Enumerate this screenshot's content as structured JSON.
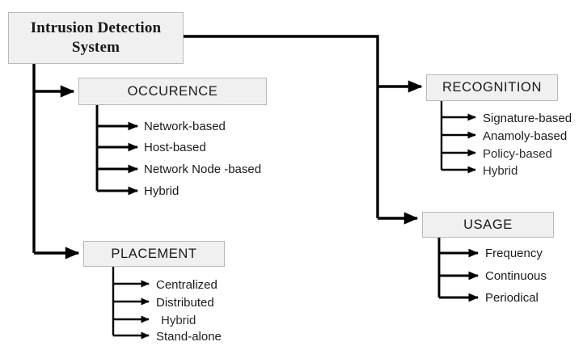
{
  "diagram": {
    "title_node": {
      "label": "Intrusion Detection System",
      "line1": "Intrusion Detection",
      "line2": "System"
    },
    "colors": {
      "node_fill": "#f0f0f0",
      "node_border": "#b9b9b9",
      "connector": "#000000",
      "text": "#1a1a1a",
      "background": "#ffffff"
    },
    "branches": [
      {
        "id": "occurence",
        "label": "OCCURENCE",
        "children": [
          {
            "label": "Network-based"
          },
          {
            "label": "Host-based"
          },
          {
            "label": "Network Node -based"
          },
          {
            "label": "Hybrid"
          }
        ]
      },
      {
        "id": "placement",
        "label": "PLACEMENT",
        "children": [
          {
            "label": "Centralized"
          },
          {
            "label": "Distributed"
          },
          {
            "label": "Hybrid"
          },
          {
            "label": "Stand-alone"
          }
        ]
      },
      {
        "id": "recognition",
        "label": "RECOGNITION",
        "children": [
          {
            "label": "Signature-based"
          },
          {
            "label": "Anamoly-based"
          },
          {
            "label": "Policy-based"
          },
          {
            "label": "Hybrid"
          }
        ]
      },
      {
        "id": "usage",
        "label": "USAGE",
        "children": [
          {
            "label": "Frequency"
          },
          {
            "label": "Continuous"
          },
          {
            "label": "Periodical"
          }
        ]
      }
    ]
  }
}
